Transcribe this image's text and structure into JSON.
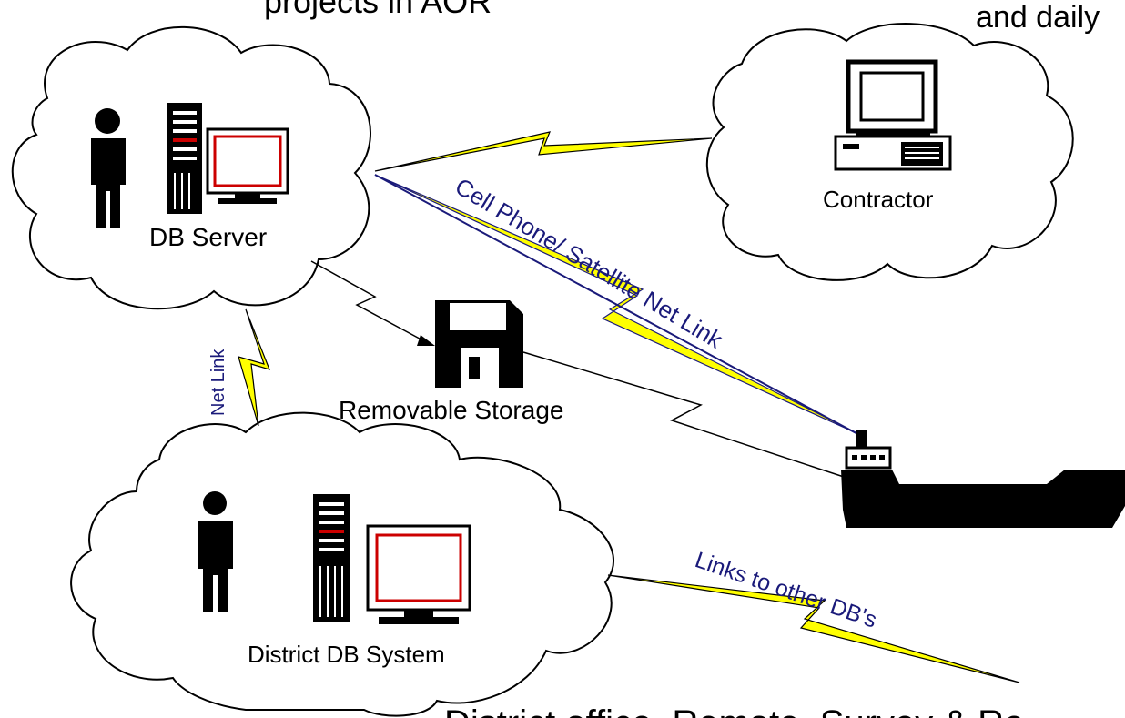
{
  "captions": {
    "top_left": "projects in AOR",
    "top_right": "and daily",
    "bottom": "District office, Remote, Survey & Re"
  },
  "nodes": {
    "db_server": {
      "label": "DB Server"
    },
    "contractor": {
      "label": "Contractor"
    },
    "district": {
      "label": "District DB System"
    },
    "removable_storage": {
      "label": "Removable Storage"
    }
  },
  "links": {
    "cell_satellite": "Cell Phone/ Satellite Net Link",
    "net_link": "Net Link",
    "other_dbs": "Links to other DB's"
  },
  "colors": {
    "lightning_fill": "#ffff00",
    "link_label": "#1a1a7a",
    "monitor_red": "#cc0000",
    "link_line": "#1a1a7a",
    "ink": "#000000"
  }
}
